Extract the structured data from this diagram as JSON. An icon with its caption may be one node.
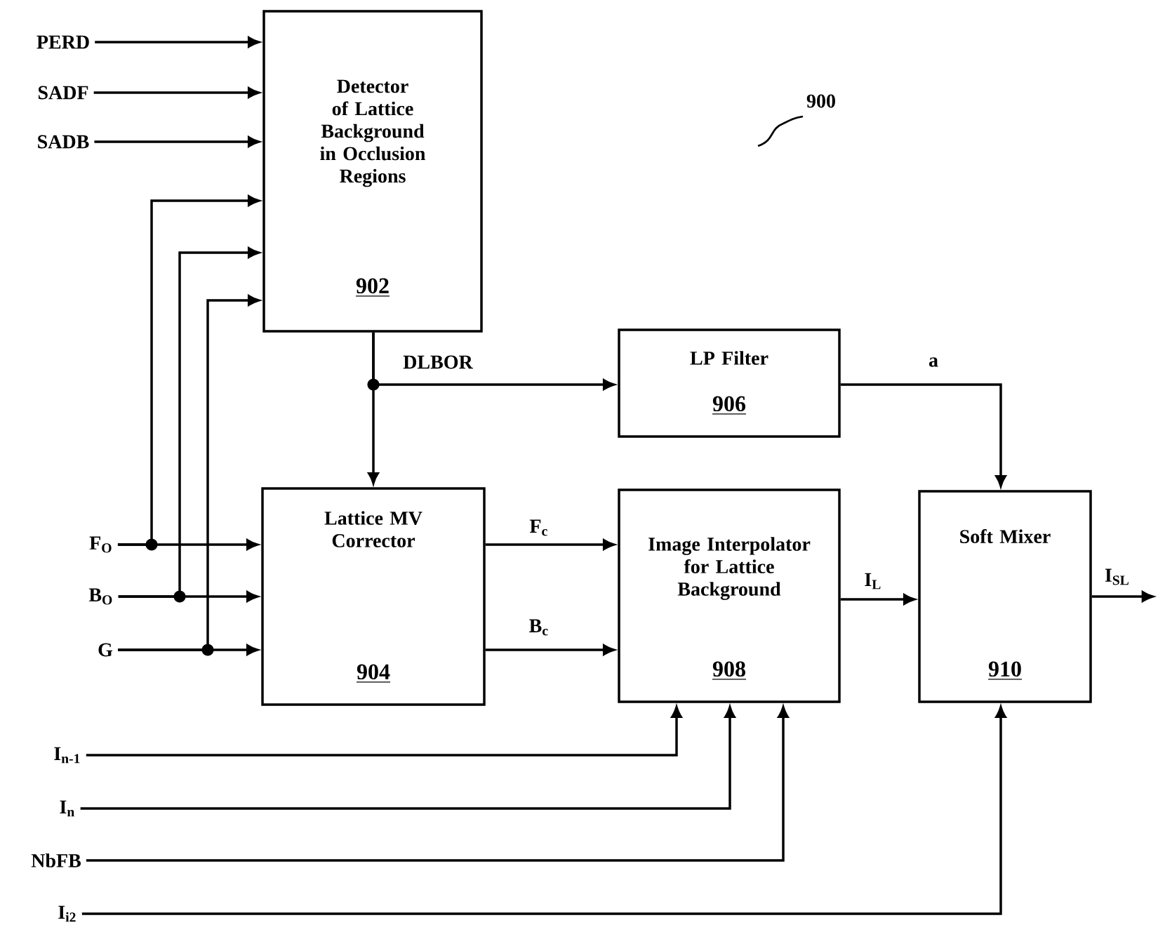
{
  "diagram": {
    "nodes": [
      {
        "text": [
          "PERD"
        ]
      },
      {
        "text": [
          "SADF"
        ]
      },
      {
        "text": [
          "SADB"
        ]
      },
      {
        "text": [
          "Detector of Lattice Background in Occlusion Regions",
          "902"
        ]
      },
      {
        "text": [
          "F$_{O}$"
        ]
      },
      {
        "text": [
          "B$_{O}$"
        ]
      },
      {
        "text": [
          "G"
        ]
      },
      {
        "text": [
          "Lattice MV Corrector",
          "904"
        ]
      },
      {
        "text": [
          "LP Filter",
          "906"
        ]
      },
      {
        "text": [
          "Image Interpolator for Lattice Background",
          "908"
        ]
      },
      {
        "text": [
          "Soft Mixer",
          "910"
        ]
      },
      {
        "text": [
          "I$_{n-1}$"
        ]
      },
      {
        "text": [
          "I$_{n}$"
        ]
      },
      {
        "text": [
          "NbFB"
        ]
      },
      {
        "text": [
          "I$_{i2}$"
        ]
      }
    ],
    "edges": [
      {
        "from": 0,
        "to": 3,
        "arrow": "to"
      },
      {
        "from": 1,
        "to": 3,
        "arrow": "to"
      },
      {
        "from": 2,
        "to": 3,
        "arrow": "to"
      },
      {
        "from": 4,
        "to": 3,
        "arrow": "to"
      },
      {
        "from": 5,
        "to": 3,
        "arrow": "to"
      },
      {
        "from": 6,
        "to": 3,
        "arrow": "to"
      },
      {
        "from": 4,
        "to": 7,
        "arrow": "to"
      },
      {
        "from": 5,
        "to": 7,
        "arrow": "to"
      },
      {
        "from": 6,
        "to": 7,
        "arrow": "to"
      },
      {
        "from": 3,
        "to": 7,
        "arrow": "to",
        "label": "DLBOR"
      },
      {
        "from": 3,
        "to": 8,
        "arrow": "to"
      },
      {
        "from": 7,
        "to": 9,
        "arrow": "to",
        "label": "F$_{c}$"
      },
      {
        "from": 7,
        "to": 9,
        "arrow": "to",
        "label": "B$_{c}$"
      },
      {
        "from": 8,
        "to": 10,
        "arrow": "to",
        "label": "a"
      },
      {
        "from": 9,
        "to": 10,
        "arrow": "to",
        "label": "I$_{L}$"
      },
      {
        "from": 10,
        "to": null,
        "arrow": "to",
        "label": "I$_{SL}$"
      },
      {
        "from": 11,
        "to": 9,
        "arrow": "to"
      },
      {
        "from": 12,
        "to": 9,
        "arrow": "to"
      },
      {
        "from": 13,
        "to": 9,
        "arrow": "to"
      },
      {
        "from": 14,
        "to": 10,
        "arrow": "to"
      }
    ],
    "labels": [
      "900"
    ]
  }
}
